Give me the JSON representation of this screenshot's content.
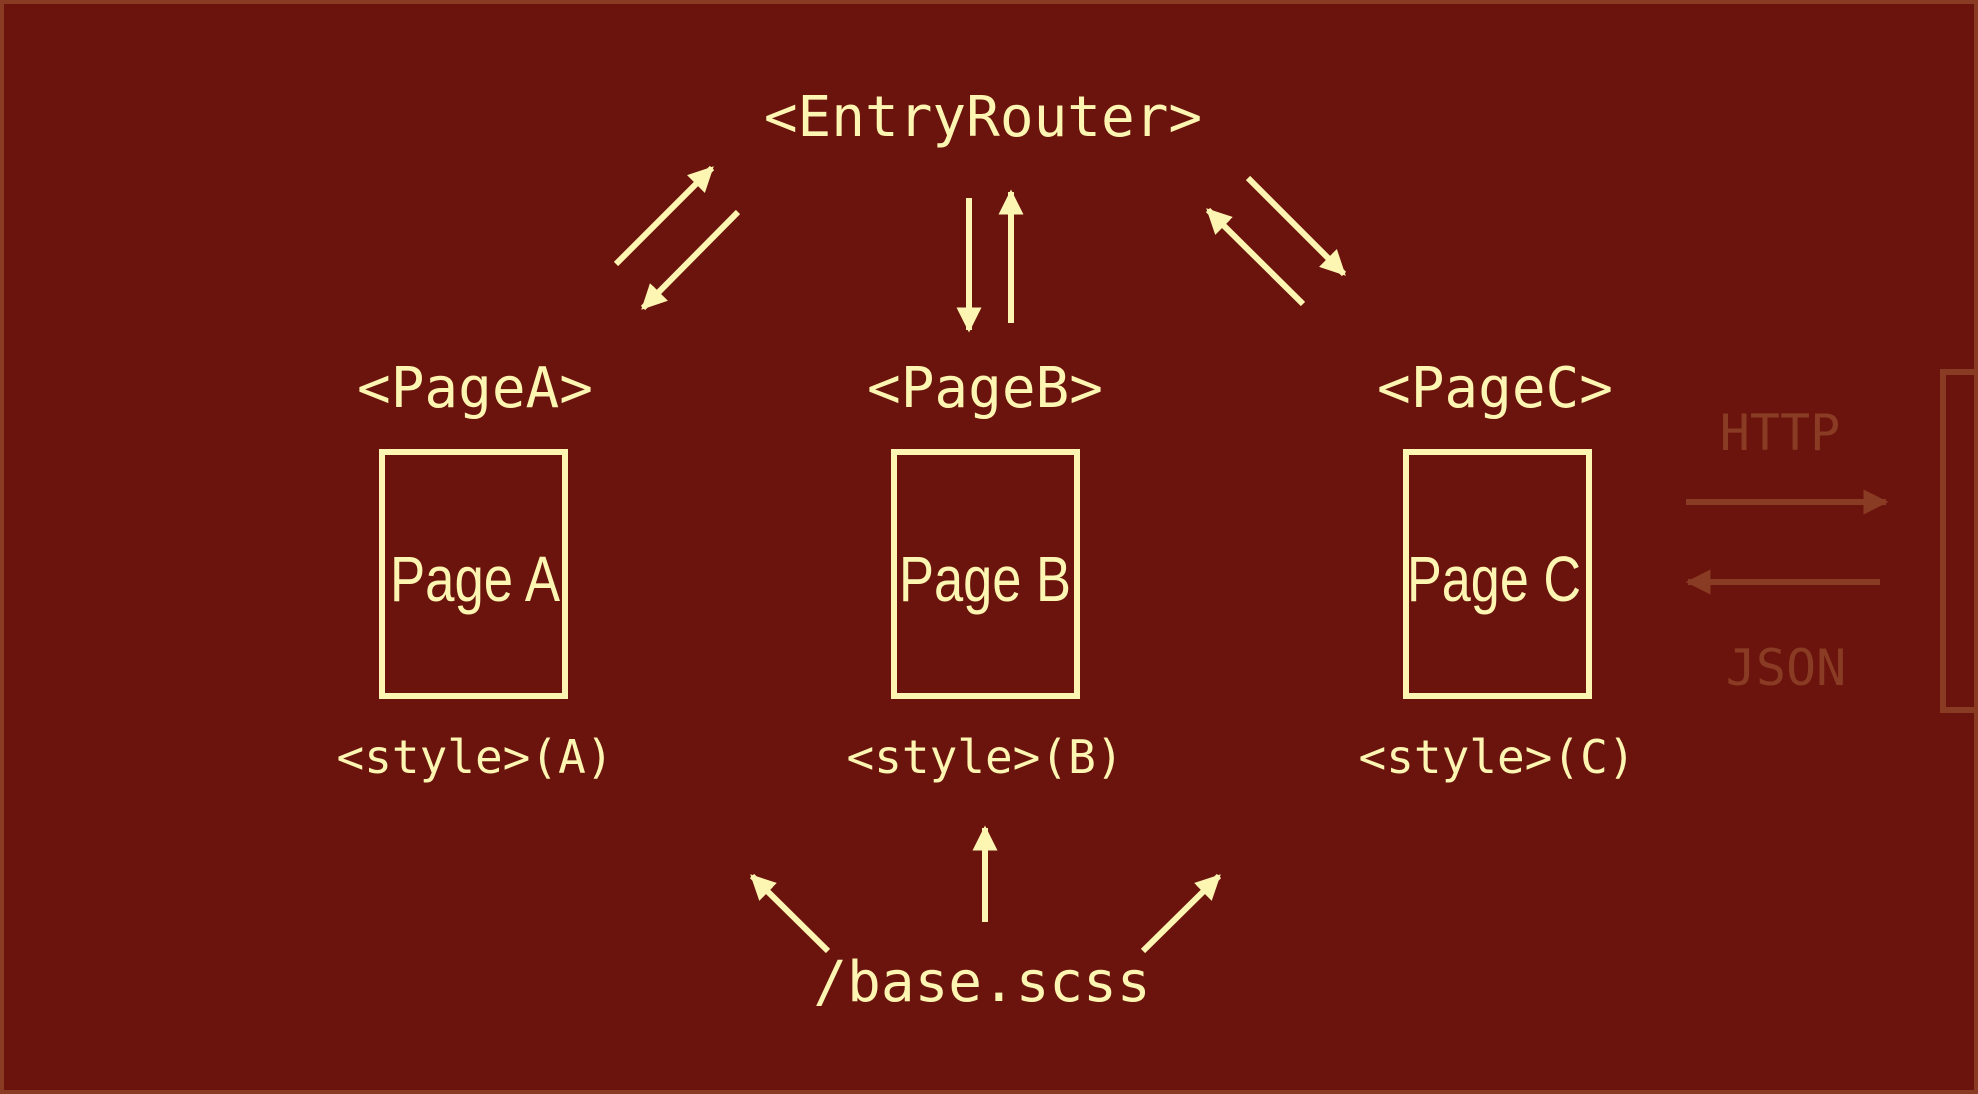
{
  "colors": {
    "background": "#6b130d",
    "foreground": "#fdf5b2",
    "muted": "#8a3b24"
  },
  "router": {
    "label": "<EntryRouter>"
  },
  "pages": [
    {
      "tag": "<PageA>",
      "box_label": "Page A",
      "style_label": "<style>(A)"
    },
    {
      "tag": "<PageB>",
      "box_label": "Page B",
      "style_label": "<style>(B)"
    },
    {
      "tag": "<PageC>",
      "box_label": "Page C",
      "style_label": "<style>(C)"
    }
  ],
  "base": {
    "label": "/base.scss"
  },
  "server": {
    "request_label": "HTTP",
    "response_label": "JSON"
  },
  "edges": [
    {
      "from": "<PageA>",
      "to": "<EntryRouter>"
    },
    {
      "from": "<EntryRouter>",
      "to": "<PageA>"
    },
    {
      "from": "<EntryRouter>",
      "to": "<PageB>"
    },
    {
      "from": "<PageB>",
      "to": "<EntryRouter>"
    },
    {
      "from": "<EntryRouter>",
      "to": "<PageC>"
    },
    {
      "from": "<PageC>",
      "to": "<EntryRouter>"
    },
    {
      "from": "/base.scss",
      "to": "<style>(A)"
    },
    {
      "from": "/base.scss",
      "to": "<style>(B)"
    },
    {
      "from": "/base.scss",
      "to": "<style>(C)"
    },
    {
      "from": "<PageC>",
      "to": "server",
      "label": "HTTP"
    },
    {
      "from": "server",
      "to": "<PageC>",
      "label": "JSON"
    }
  ]
}
